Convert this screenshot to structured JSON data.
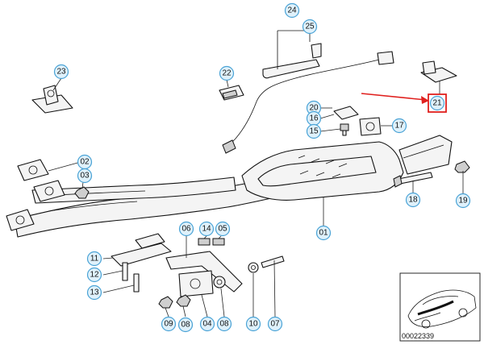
{
  "callouts": {
    "c24": "24",
    "c25": "25",
    "c23": "23",
    "c22": "22",
    "c20": "20",
    "c16": "16",
    "c15": "15",
    "c17": "17",
    "c21": "21",
    "c02": "02",
    "c03": "03",
    "c18": "18",
    "c19": "19",
    "c01": "01",
    "c06": "06",
    "c14": "14",
    "c05": "05",
    "c11": "11",
    "c12": "12",
    "c13": "13",
    "c09": "09",
    "c08a": "08",
    "c04": "04",
    "c08b": "08",
    "c10": "10",
    "c07": "07"
  },
  "thumbnail": {
    "code": "00022339"
  },
  "colors": {
    "callout_fill": "#dff1fb",
    "callout_stroke": "#4aa3d6",
    "highlight": "#e0201e"
  }
}
